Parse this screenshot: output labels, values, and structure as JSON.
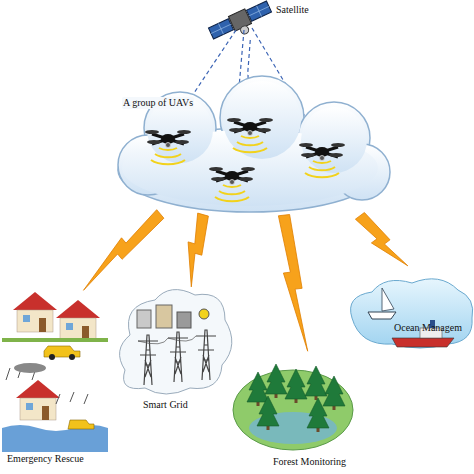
{
  "diagram": {
    "nodes": [
      {
        "text": [
          "Satellite"
        ]
      },
      {
        "text": [
          "A group of UAVs"
        ]
      },
      {
        "text": [
          "Emergency Rescue"
        ]
      },
      {
        "text": [
          "Smart Grid"
        ]
      },
      {
        "text": [
          "Forest Monitoring"
        ]
      },
      {
        "text": [
          "Ocean Managem"
        ]
      }
    ],
    "edges": [
      {
        "from": 0,
        "to": 1,
        "arrow": "none"
      },
      {
        "from": 1,
        "to": 2,
        "arrow": "none"
      },
      {
        "from": 1,
        "to": 3,
        "arrow": "none"
      },
      {
        "from": 1,
        "to": 4,
        "arrow": "none"
      },
      {
        "from": 1,
        "to": 5,
        "arrow": "none"
      }
    ]
  }
}
